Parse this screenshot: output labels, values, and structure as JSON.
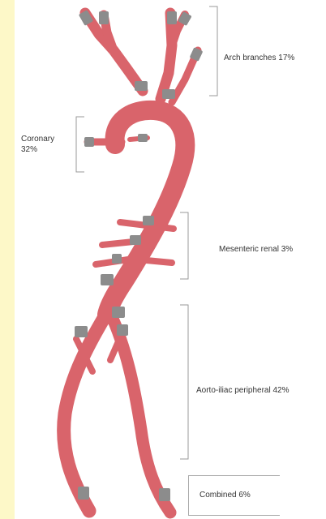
{
  "colors": {
    "background": "#fdf8c8",
    "panel": "#ffffff",
    "artery": "#d9646b",
    "artery_outline": "#b84a52",
    "lesion": "#8c8c8c",
    "bracket": "#999999",
    "text": "#333333"
  },
  "labels": {
    "arch": "Arch branches 17%",
    "coronary_name": "Coronary",
    "coronary_pct": "32%",
    "mesenteric": "Mesenteric renal 3%",
    "aortoiliac": "Aorto-iliac peripheral 42%",
    "combined": "Combined 6%"
  }
}
